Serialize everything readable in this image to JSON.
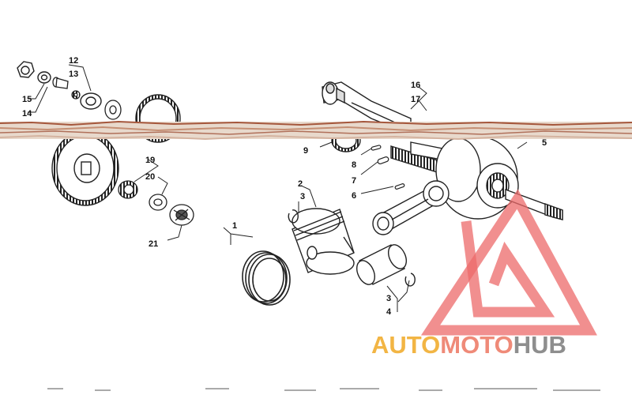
{
  "diagram": {
    "labels": {
      "p1": "1",
      "p2": "2",
      "p3a": "3",
      "p3b": "3",
      "p4": "4",
      "p5": "5",
      "p6": "6",
      "p7": "7",
      "p8": "8",
      "p9": "9",
      "p12": "12",
      "p13": "13",
      "p14": "14",
      "p15": "15",
      "p16": "16",
      "p17": "17",
      "p19": "19",
      "p20": "20",
      "p21": "21"
    }
  },
  "watermark": {
    "part1": "AUTO",
    "part2": "MOTO",
    "part3": "HUB",
    "colors": {
      "auto": "#f2b544",
      "moto": "#ef8a78",
      "hub": "#8e8e8e",
      "triangle": "#ec6a6a"
    }
  }
}
